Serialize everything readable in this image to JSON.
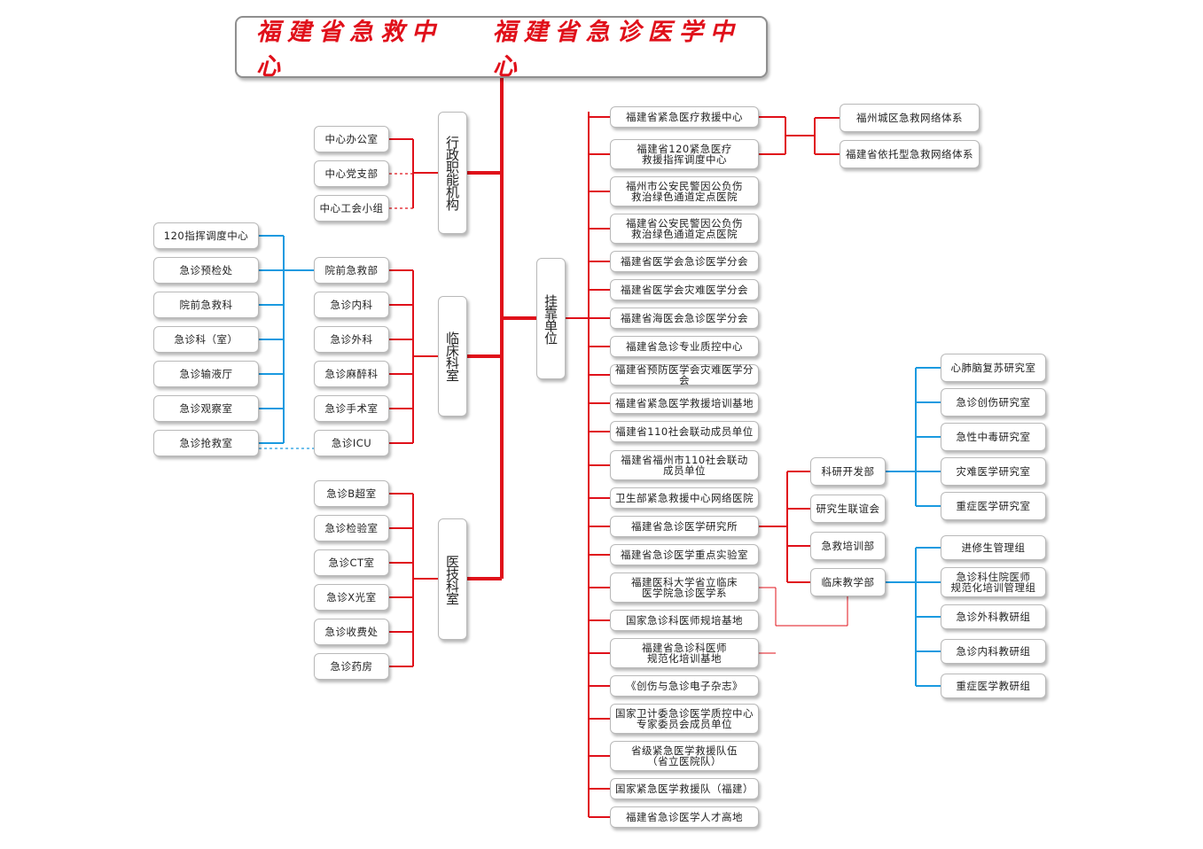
{
  "title": {
    "left": "福建省急救中心",
    "right": "福建省急诊医学中心"
  },
  "groups": {
    "admin": "行政职能机构",
    "clinical": "临床科室",
    "medtech": "医技科室",
    "affiliated": "挂靠单位"
  },
  "admin_units": [
    "中心办公室",
    "中心党支部",
    "中心工会小组"
  ],
  "prehospital_units": [
    "120指挥调度中心",
    "急诊预检处",
    "院前急救科",
    "急诊科（室）",
    "急诊输液厅",
    "急诊观察室",
    "急诊抢救室"
  ],
  "clinical_units": [
    "院前急救部",
    "急诊内科",
    "急诊外科",
    "急诊麻醉科",
    "急诊手术室",
    "急诊ICU"
  ],
  "medtech_units": [
    "急诊B超室",
    "急诊检验室",
    "急诊CT室",
    "急诊X光室",
    "急诊收费处",
    "急诊药房"
  ],
  "affiliated_units": [
    "福建省紧急医疗救援中心",
    "福建省120紧急医疗\n救援指挥调度中心",
    "福州市公安民警因公负伤\n救治绿色通道定点医院",
    "福建省公安民警因公负伤\n救治绿色通道定点医院",
    "福建省医学会急诊医学分会",
    "福建省医学会灾难医学分会",
    "福建省海医会急诊医学分会",
    "福建省急诊专业质控中心",
    "福建省预防医学会灾难医学分会",
    "福建省紧急医学救援培训基地",
    "福建省110社会联动成员单位",
    "福建省福州市110社会联动\n成员单位",
    "卫生部紧急救援中心网络医院",
    "福建省急诊医学研究所",
    "福建省急诊医学重点实验室",
    "福建医科大学省立临床\n医学院急诊医学系",
    "国家急诊科医师规培基地",
    "福建省急诊科医师\n规范化培训基地",
    "《创伤与急诊电子杂志》",
    "国家卫计委急诊医学质控中心\n专家委员会成员单位",
    "省级紧急医学救援队伍\n（省立医院队）",
    "国家紧急医学救援队（福建）",
    "福建省急诊医学人才高地"
  ],
  "network_units": [
    "福州城区急救网络体系",
    "福建省依托型急救网络体系"
  ],
  "institute_units": [
    "科研开发部",
    "研究生联谊会",
    "急救培训部",
    "临床教学部"
  ],
  "research_units": [
    "心肺脑复苏研究室",
    "急诊创伤研究室",
    "急性中毒研究室",
    "灾难医学研究室",
    "重症医学研究室"
  ],
  "teaching_units": [
    "进修生管理组",
    "急诊科住院医师\n规范化培训管理组",
    "急诊外科教研组",
    "急诊内科教研组",
    "重症医学教研组"
  ],
  "colors": {
    "red": "#e0101a",
    "blue": "#1a9ae0",
    "title": "#e0101a"
  }
}
